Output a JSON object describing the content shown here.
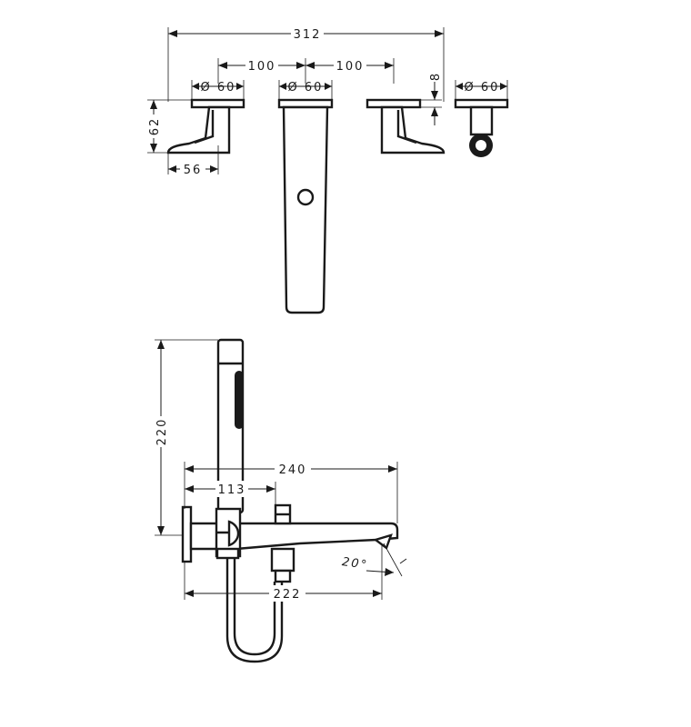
{
  "dimensions": {
    "total_width": "312",
    "spacing_left": "100",
    "spacing_right": "100",
    "diameter_left": "Ø 60",
    "diameter_center": "Ø 60",
    "diameter_side": "Ø 60",
    "handle_height": "62",
    "handle_depth": "56",
    "plate_thickness": "8",
    "shower_height": "220",
    "spout_projection": "240",
    "hose_offset": "113",
    "spout_length": "222",
    "spout_angle": "20°"
  }
}
